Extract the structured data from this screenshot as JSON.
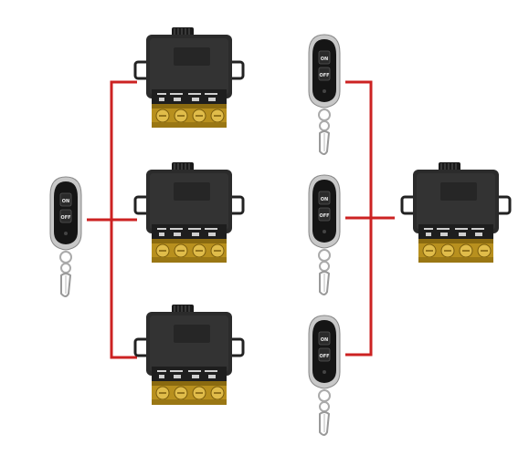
{
  "figure": {
    "type": "wiring-pairing-diagram",
    "line_color": "#cc2222",
    "left_group": {
      "description_role": "one remote controls three receivers",
      "remotes": 1,
      "receivers": 3
    },
    "right_group": {
      "description_role": "three remotes control one receiver",
      "remotes": 3,
      "receivers": 1
    },
    "remote": {
      "button_on_label": "ON",
      "button_off_label": "OFF",
      "body_color": "#1a1a1a",
      "trim_color": "#c0c0c0"
    },
    "receiver": {
      "body_color": "#2a2a2a",
      "terminal_color": "#c9a227",
      "antenna_icon": "antenna-icon"
    }
  }
}
